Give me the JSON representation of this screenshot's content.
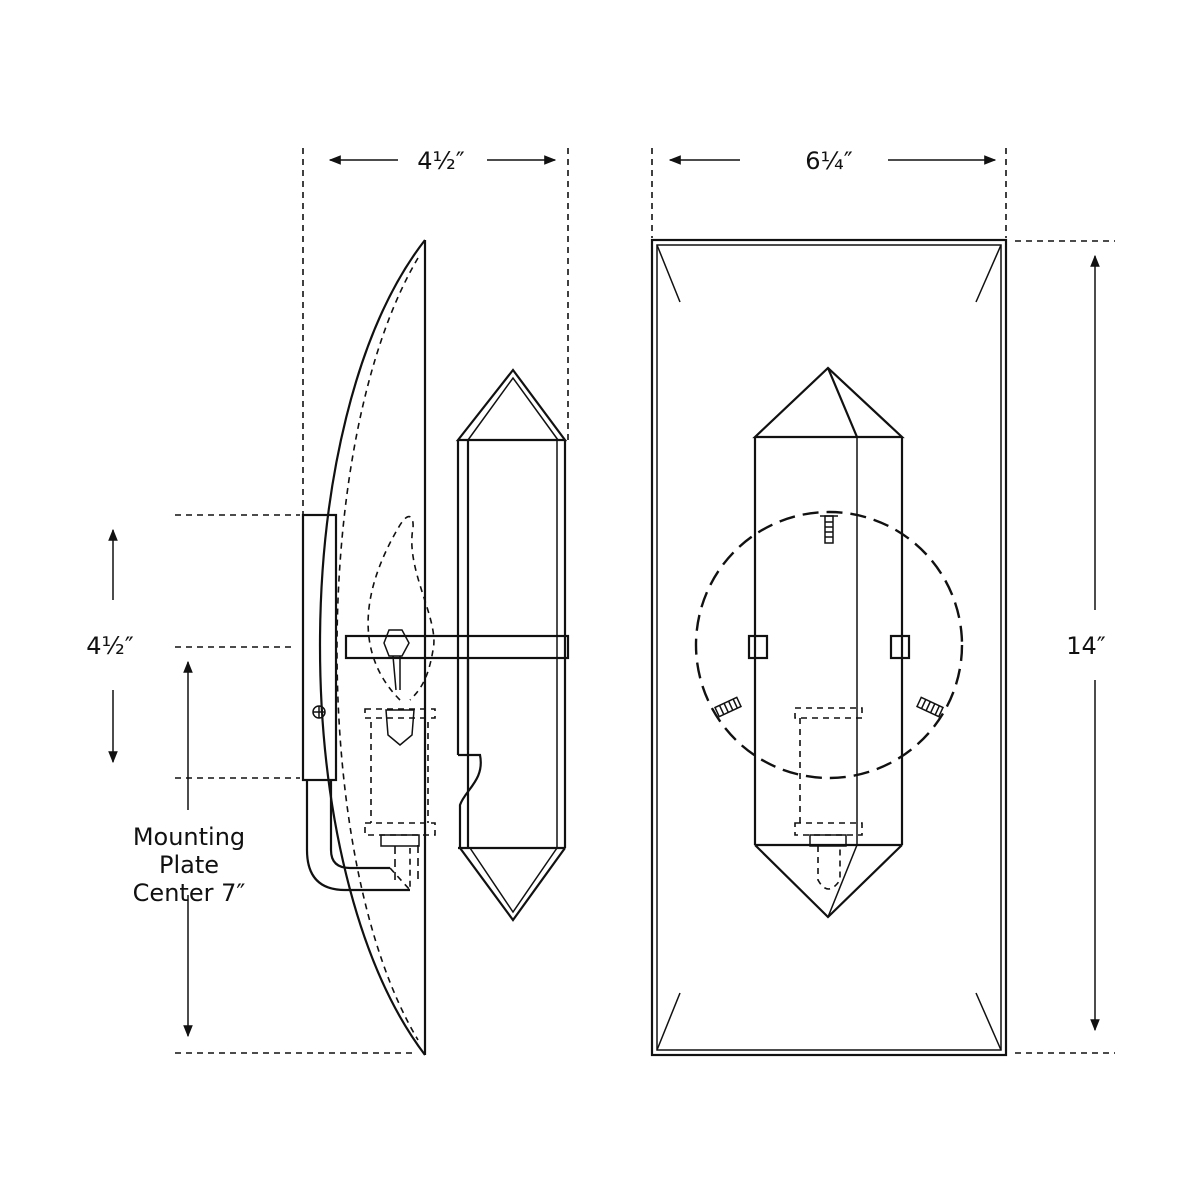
{
  "dimensions": {
    "side_depth": "4½″",
    "front_width": "6¼″",
    "height": "14″",
    "plate_height": "4½″",
    "plate_center_line1": "Mounting",
    "plate_center_line2": "Plate",
    "plate_center_line3": "Center 7″"
  },
  "colors": {
    "line": "#111111",
    "background": "#ffffff"
  }
}
